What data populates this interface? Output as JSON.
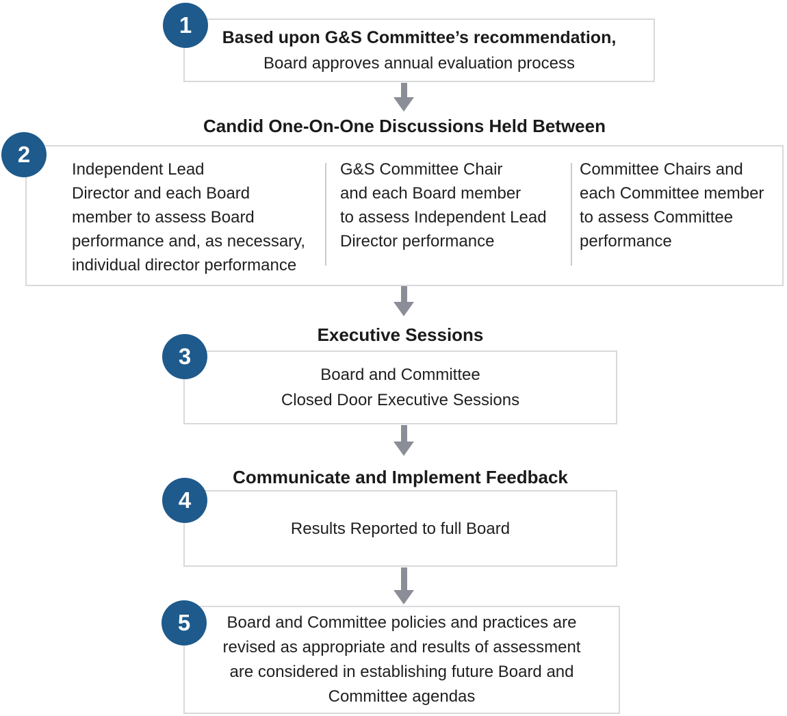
{
  "colors": {
    "step_badge_blue": "#1E5A8C",
    "box_border_gray": "#D9D9DC",
    "divider_gray": "#C9CBCE",
    "arrow_gray": "#8B8E96",
    "text_dark": "#1F1F1F"
  },
  "steps": {
    "step1": {
      "number": "1",
      "line1_bold": "Based upon G&S Committee’s recommendation,",
      "line2": "Board approves annual evaluation process"
    },
    "step2": {
      "number": "2",
      "heading": "Candid One-On-One Discussions Held Between",
      "columns": [
        {
          "lines": [
            "Independent Lead",
            "Director and each Board",
            "member to assess Board",
            "performance and, as necessary,",
            "individual director performance"
          ]
        },
        {
          "lines": [
            "G&S Committee Chair",
            "and each Board member",
            "to assess Independent Lead",
            "Director performance"
          ]
        },
        {
          "lines": [
            "Committee Chairs and",
            "each Committee member",
            "to assess Committee",
            "performance"
          ]
        }
      ]
    },
    "step3": {
      "number": "3",
      "heading": "Executive Sessions",
      "lines": [
        "Board and Committee",
        "Closed Door Executive Sessions"
      ]
    },
    "step4": {
      "number": "4",
      "heading": "Communicate and Implement Feedback",
      "line1": "Results Reported to full Board"
    },
    "step5": {
      "number": "5",
      "lines": [
        "Board and Committee policies and practices are",
        "revised as appropriate and results of assessment",
        "are considered in establishing future Board and",
        "Committee agendas"
      ]
    }
  }
}
